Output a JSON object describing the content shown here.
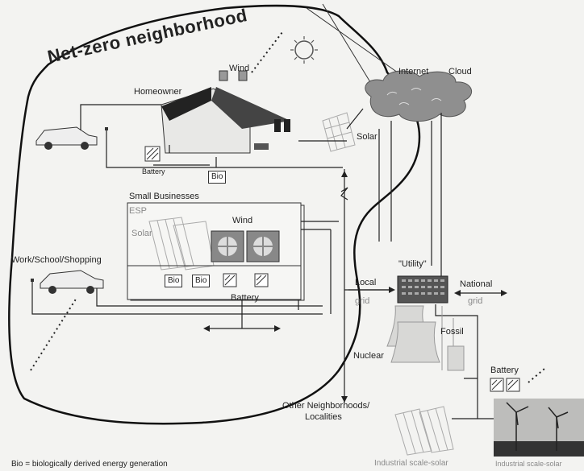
{
  "title": "Net-zero neighborhood",
  "labels": {
    "wind_top": "Wind",
    "homeowner": "Homeowner",
    "internet": "Internet",
    "cloud": "Cloud",
    "solar_home": "Solar",
    "battery_home": "Battery",
    "bio_home": "Bio",
    "small_businesses": "Small Businesses",
    "esp": "ESP",
    "solar_biz": "Solar",
    "wind_biz": "Wind",
    "bio_biz_1": "Bio",
    "bio_biz_2": "Bio",
    "battery_biz": "Battery",
    "work_school": "Work/School/Shopping",
    "utility": "\"Utility\"",
    "local": "Local",
    "local_grid": "grid",
    "national": "National",
    "national_grid": "grid",
    "fossil": "Fossil",
    "nuclear": "Nuclear",
    "battery_grid": "Battery",
    "other_1": "Other Neighborhoods/",
    "other_2": "Localities",
    "industrial_solar": "Industrial scale-solar",
    "industrial_wind": "Industrial scale-solar",
    "footnote": "Bio = biologically derived energy generation"
  },
  "colors": {
    "line": "#222222",
    "cloud": "#8f8f8f",
    "grey_text": "#8a8a8a",
    "boundary": "#111111"
  },
  "icons": [
    "sun-icon",
    "car-icon",
    "house-icon",
    "cloud-icon",
    "building-icon",
    "wind-turbine-icon",
    "solar-panel-icon",
    "battery-icon",
    "nuclear-plant-icon"
  ]
}
